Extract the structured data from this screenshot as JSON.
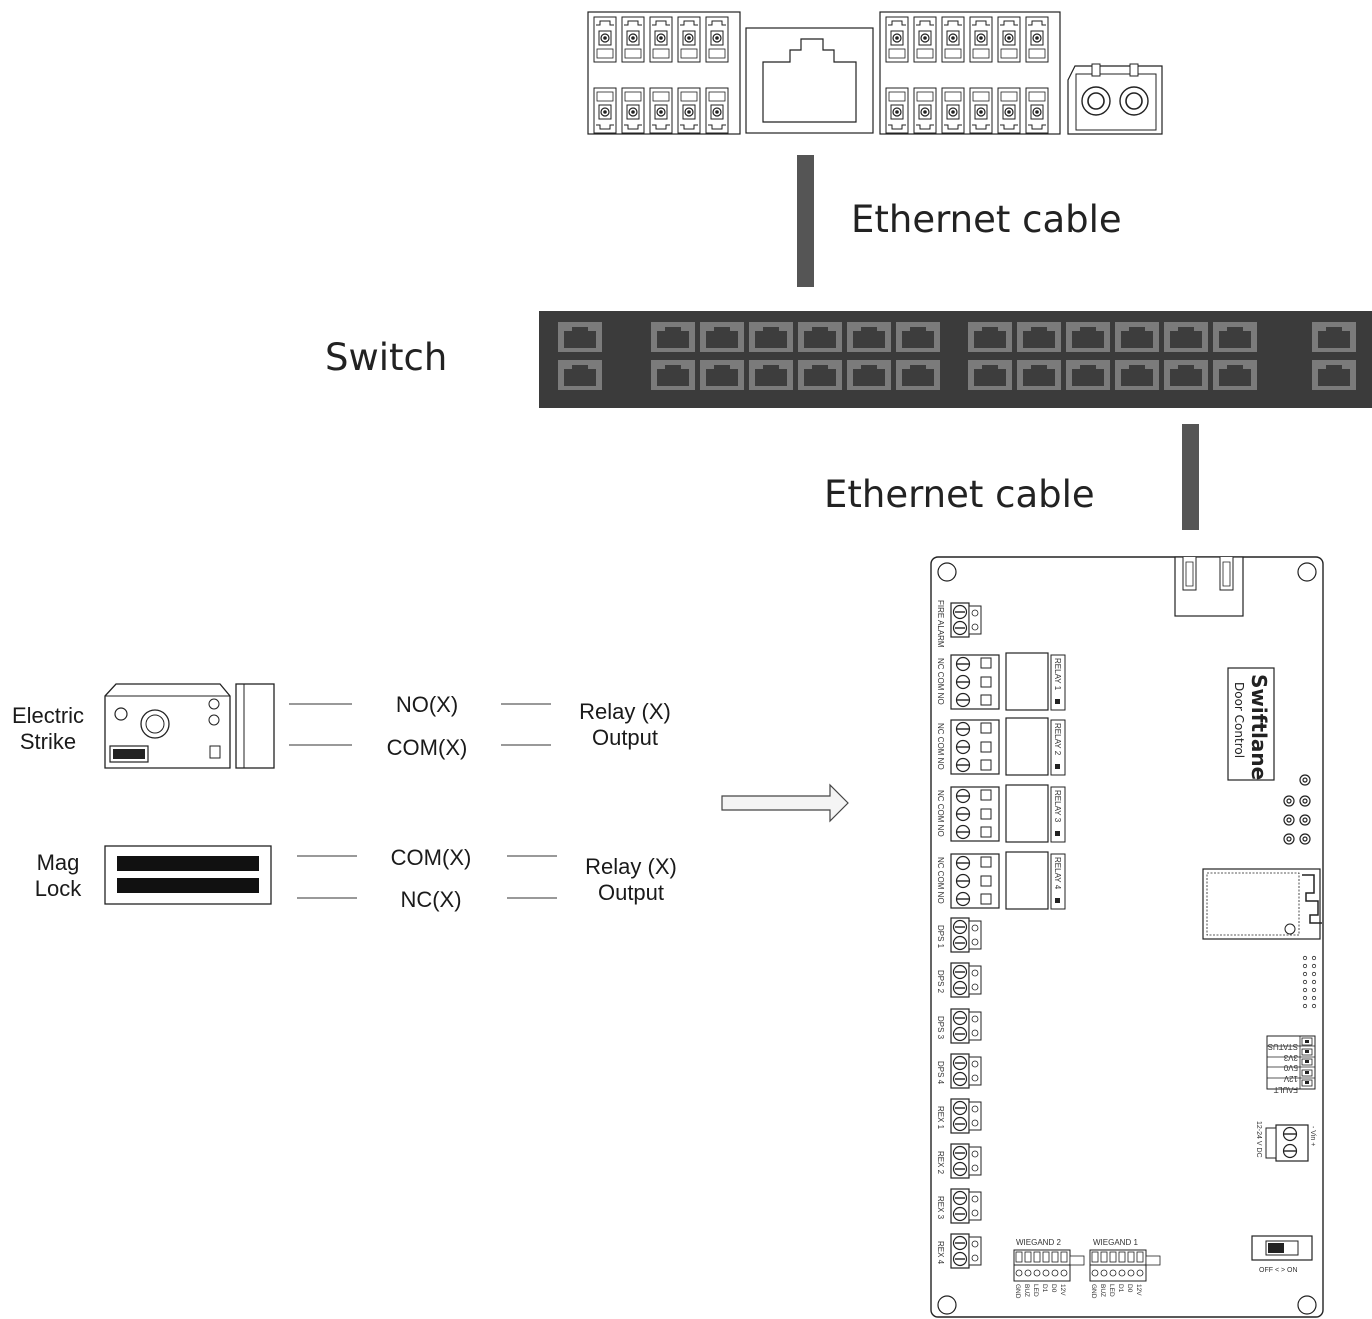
{
  "labels": {
    "ethernet_cable_top": "Ethernet cable",
    "ethernet_cable_bottom": "Ethernet cable",
    "switch": "Switch"
  },
  "strike": {
    "name": "Electric\nStrike",
    "wire1": "NO(X)",
    "wire2": "COM(X)",
    "relay": "Relay (X)\nOutput"
  },
  "maglock": {
    "name": "Mag\nLock",
    "wire1": "COM(X)",
    "wire2": "NC(X)",
    "relay": "Relay (X)\nOutput"
  },
  "board": {
    "brand": "Swiftlane",
    "subtitle": "Door Control",
    "fire_alarm": "FIRE ALARM",
    "relay_pins": "NC COM NO",
    "relays": [
      "RELAY 1",
      "RELAY 2",
      "RELAY 3",
      "RELAY 4"
    ],
    "inputs": [
      "DPS 1",
      "DPS 2",
      "DPS 3",
      "DPS 4",
      "REX 1",
      "REX 2",
      "REX 3",
      "REX 4"
    ],
    "status_leds": [
      "STATUS",
      "3V3",
      "5V0",
      "12V",
      "FAULT"
    ],
    "power_label": "12-24 V DC",
    "power_pins": "- Vin +",
    "power_switch": "OFF < > ON",
    "wiegand": [
      "WIEGAND 2",
      "WIEGAND 1"
    ],
    "wiegand_pins": [
      "GND",
      "BUZ",
      "LED",
      "D1",
      "D0",
      "12V"
    ]
  }
}
